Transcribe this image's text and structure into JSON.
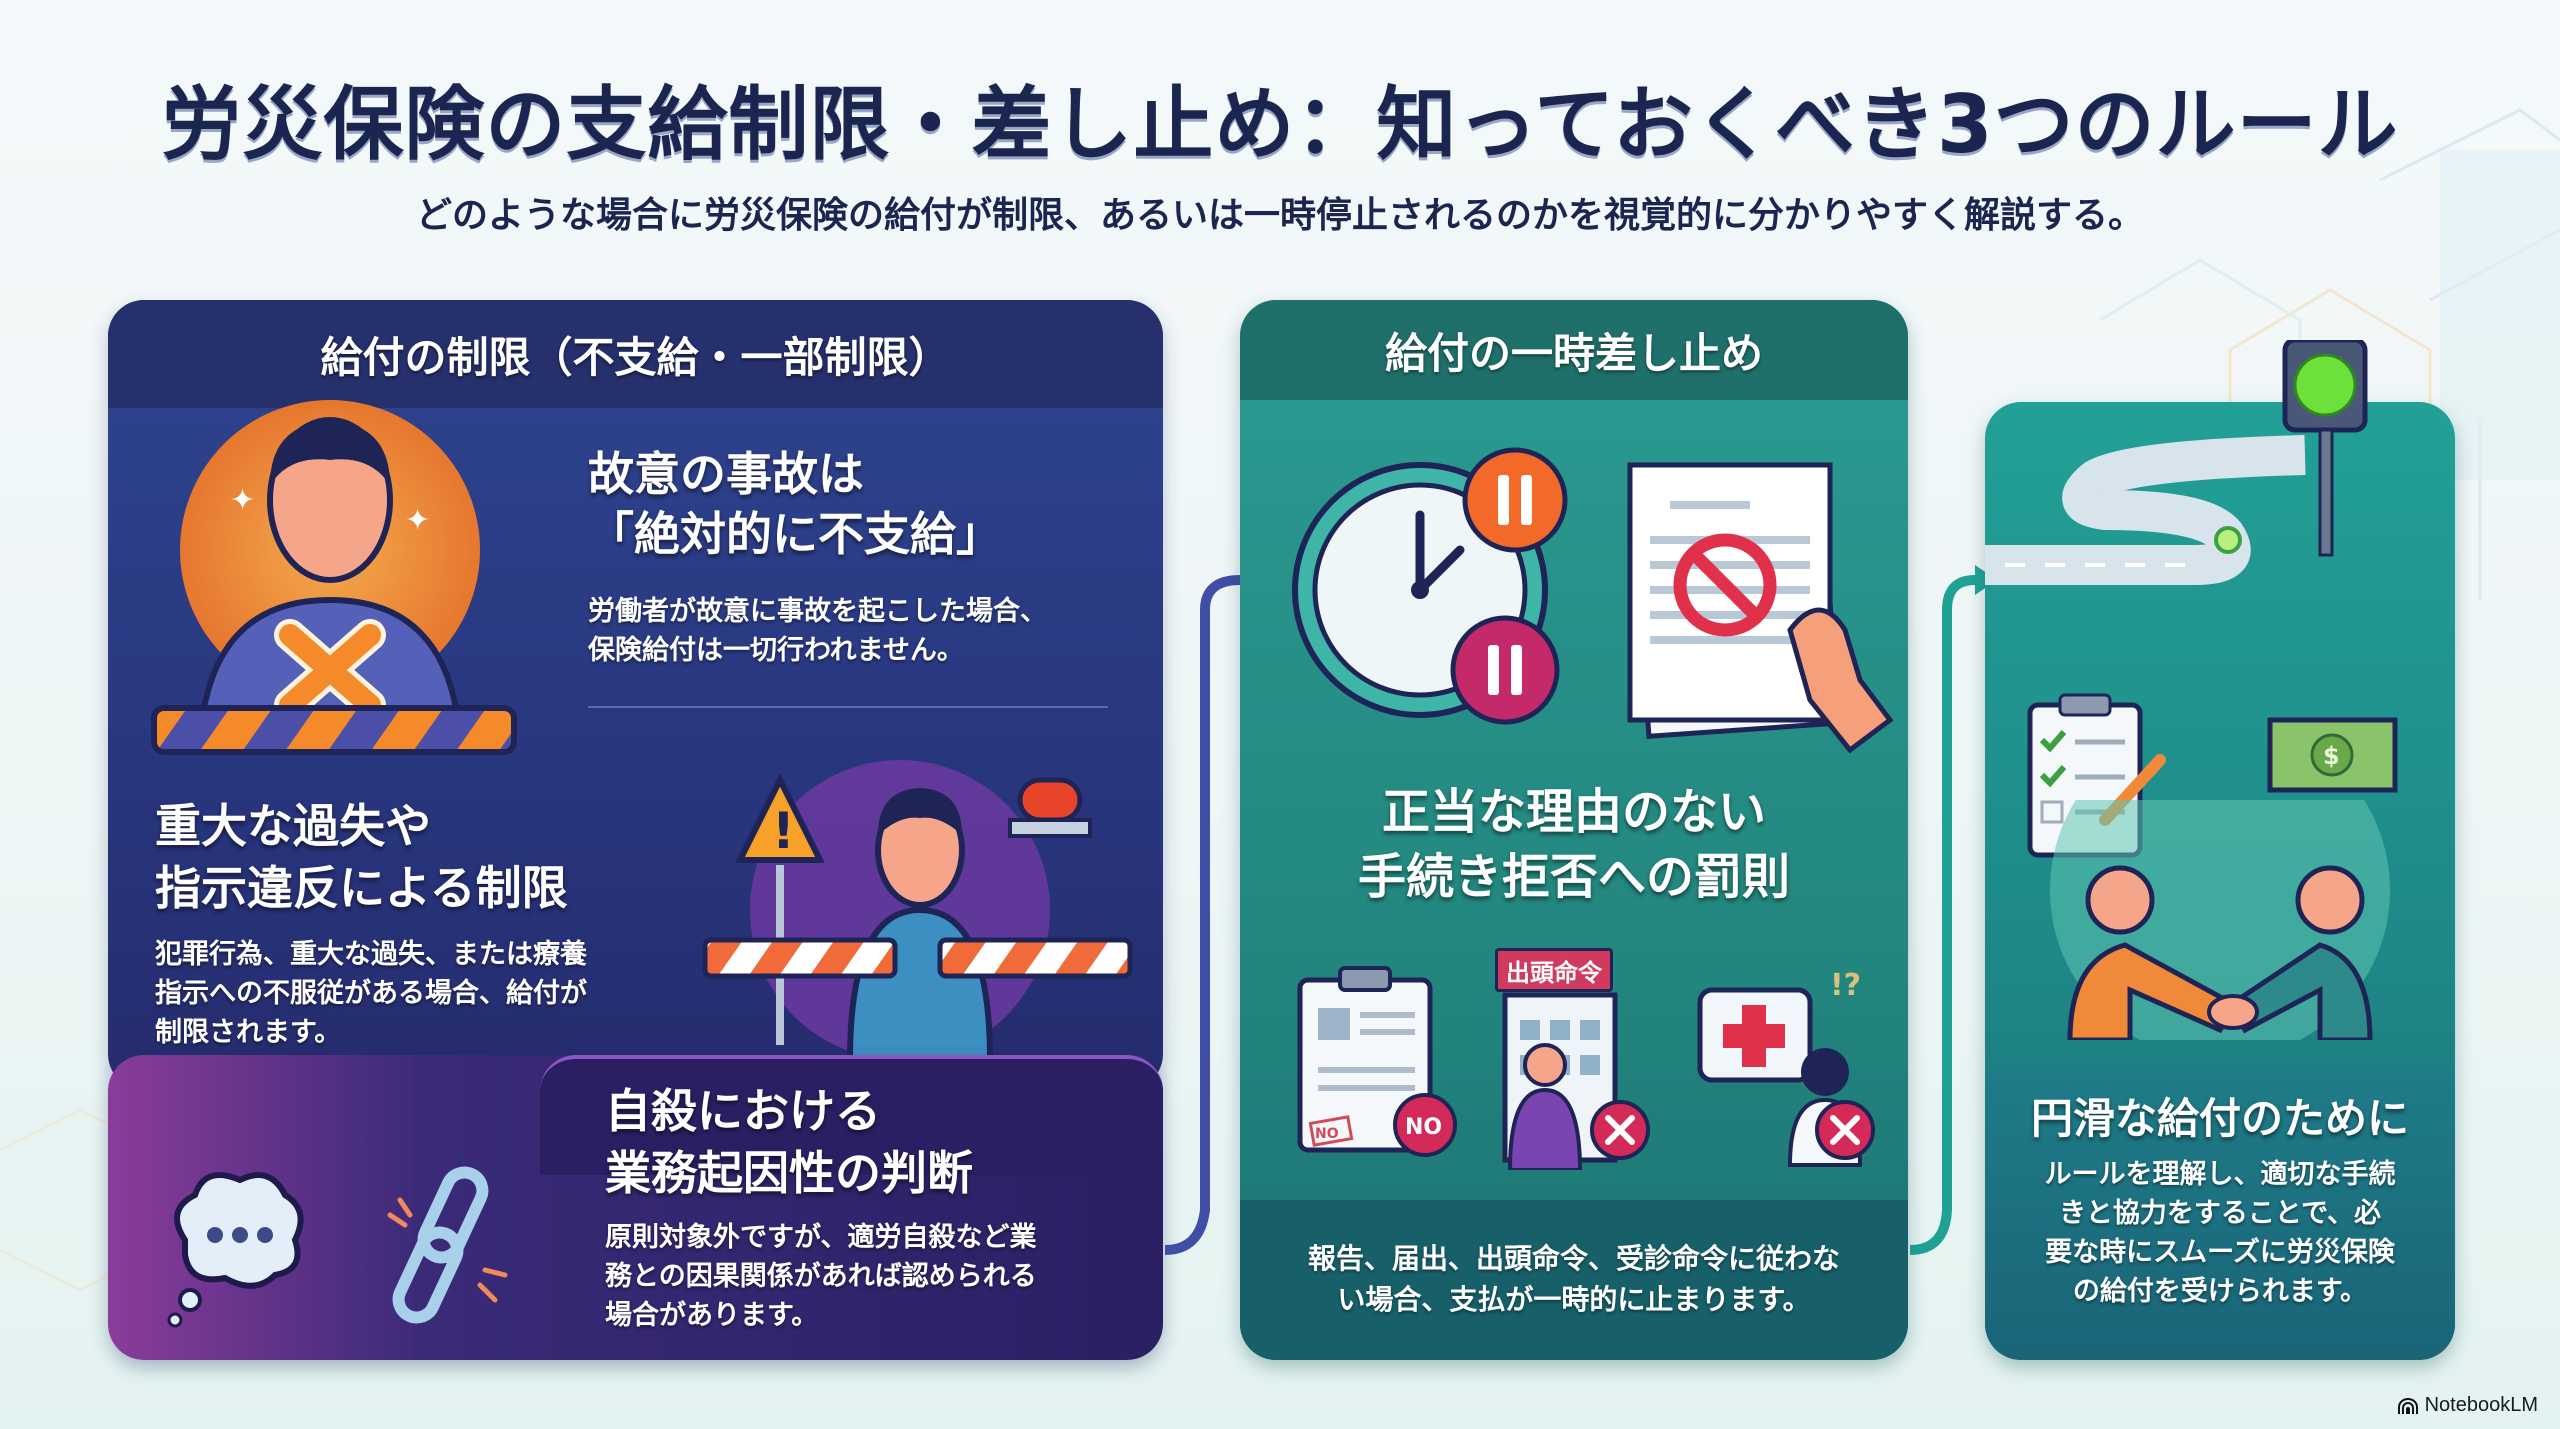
{
  "header": {
    "title": "労災保険の支給制限・差し止め：知っておくべき3つのルール",
    "subtitle": "どのような場合に労災保険の給付が制限、あるいは一時停止されるのかを視覚的に分かりやすく解説する。"
  },
  "panel_restriction": {
    "header": "給付の制限（不支給・一部制限）",
    "sections": [
      {
        "heading_line1": "故意の事故は",
        "heading_line2": "「絶対的に不支給」",
        "body_line1": "労働者が故意に事故を起こした場合、",
        "body_line2": "保険給付は一切行われません。",
        "icon": "worker-with-x-barrier-icon"
      },
      {
        "heading_line1": "重大な過失や",
        "heading_line2": "指示違反による制限",
        "body_line1": "犯罪行為、重大な過失、または療養",
        "body_line2": "指示への不服従がある場合、給付が",
        "body_line3": "制限されます。",
        "icon": "worker-warning-broken-barrier-icon"
      }
    ],
    "color": "#28367e"
  },
  "panel_suicide": {
    "heading_line1": "自殺における",
    "heading_line2": "業務起因性の判断",
    "body_line1": "原則対象外ですが、適労自殺など業",
    "body_line2": "務との因果関係があれば認められる",
    "body_line3": "場合があります。",
    "icons": [
      "thought-bubble-icon",
      "broken-chain-icon"
    ],
    "color": "#2b1f63"
  },
  "panel_suspension": {
    "header": "給付の一時差し止め",
    "heading_line1": "正当な理由のない",
    "heading_line2": "手続き拒否への罰則",
    "sign_label": "出頭命令",
    "no_badge": "NO",
    "stamp": "NO",
    "footer_line1": "報告、届出、出頭命令、受診命令に従わな",
    "footer_line2": "い場合、支払が一時的に止まります。",
    "icons": [
      "clock-pause-icon",
      "document-prohibited-icon",
      "clipboard-no-icon",
      "building-summons-icon",
      "medical-refusal-icon"
    ],
    "color": "#23877f"
  },
  "panel_smooth": {
    "heading": "円滑な給付のために",
    "body_line1": "ルールを理解し、適切な手続",
    "body_line2": "きと協力をすることで、必",
    "body_line3": "要な時にスムーズに労災保険",
    "body_line4": "の給付を受けられます。",
    "icons": [
      "road-green-light-icon",
      "checklist-icon",
      "money-icon",
      "handshake-icon"
    ],
    "color": "#1e8a88"
  },
  "branding": {
    "label": "NotebookLM"
  }
}
